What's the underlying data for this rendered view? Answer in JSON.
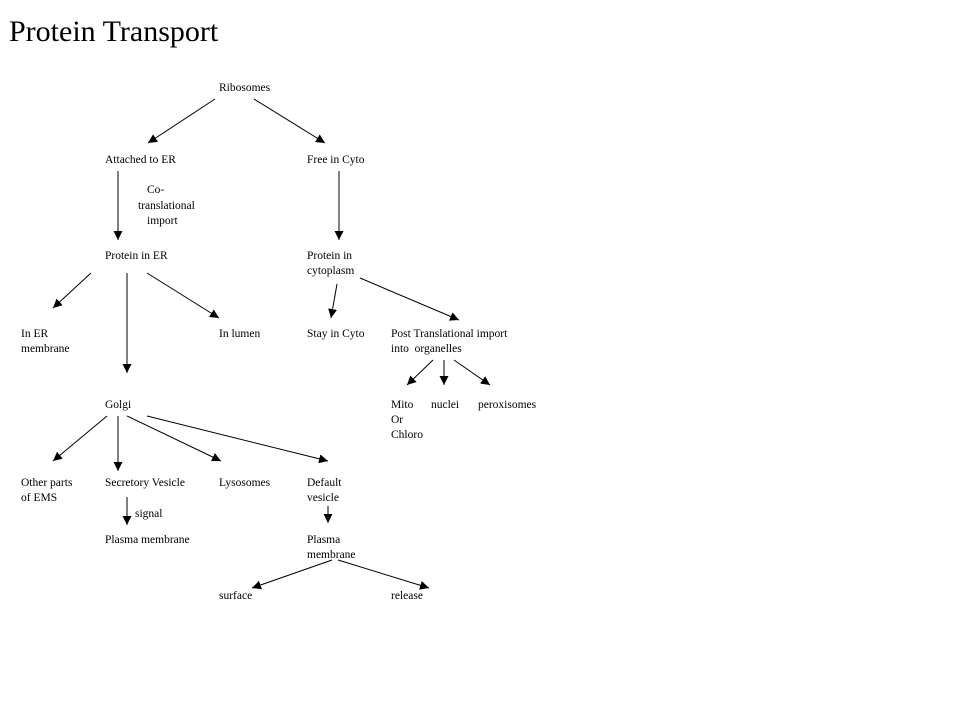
{
  "title": "Protein Transport",
  "nodes": {
    "ribosomes": "Ribosomes",
    "attached_to_er": "Attached to ER",
    "free_in_cyto": "Free in Cyto",
    "co_translational": [
      "Co-",
      "translational",
      "import"
    ],
    "protein_in_er": "Protein in ER",
    "protein_in_cytoplasm": [
      "Protein in",
      "cytoplasm"
    ],
    "in_er_membrane": [
      "In ER",
      "membrane"
    ],
    "in_lumen": "In lumen",
    "stay_in_cyto": "Stay in Cyto",
    "post_translational": [
      "Post Translational import",
      "into  organelles"
    ],
    "mito_or_chloro": [
      "Mito",
      "Or",
      "Chloro"
    ],
    "nuclei": "nuclei",
    "peroxisomes": "peroxisomes",
    "golgi": "Golgi",
    "other_parts_ems": [
      "Other parts",
      "of EMS"
    ],
    "secretory_vesicle": "Secretory Vesicle",
    "lysosomes": "Lysosomes",
    "default_vesicle": [
      "Default",
      "vesicle"
    ],
    "signal": "signal",
    "plasma_membrane_left": "Plasma membrane",
    "plasma_membrane_right": [
      "Plasma",
      "membrane"
    ],
    "surface": "surface",
    "release": "release"
  }
}
